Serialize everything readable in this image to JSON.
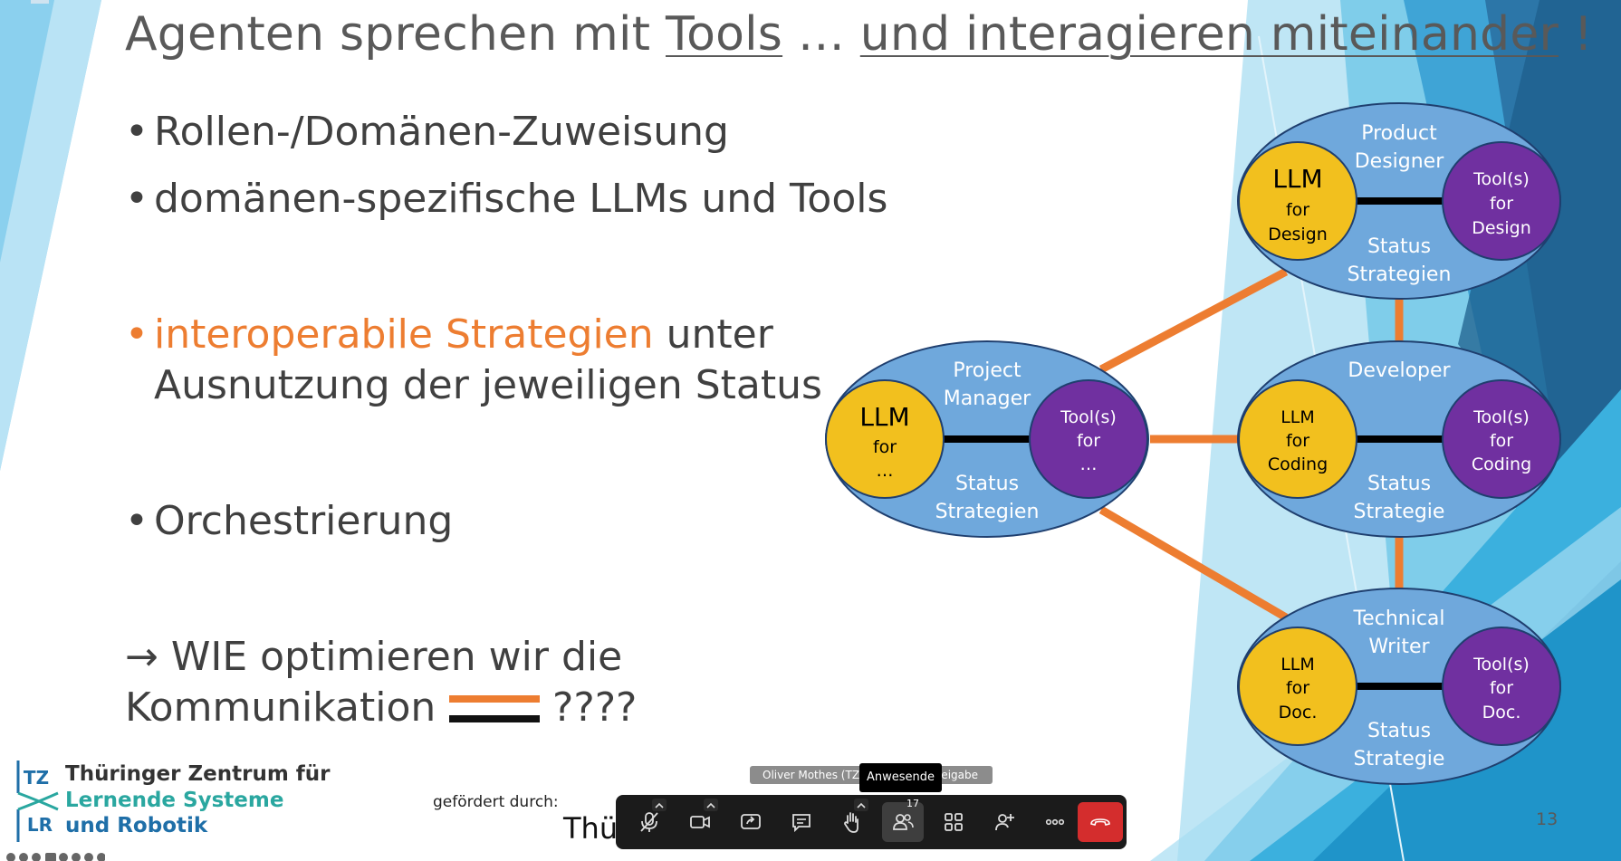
{
  "slide": {
    "title": {
      "part1": "Agenten sprechen mit ",
      "part2": "Tools",
      "part3": " … ",
      "part4": "und interagieren miteinander",
      "part5": " !"
    },
    "bullets": {
      "b1": "Rollen-/Domänen-Zuweisung",
      "b2": "domänen-spezifische LLMs und Tools",
      "b3_highlight": "interoperabile Strategien",
      "b3_rest": " unter",
      "b3_line2": "Ausnutzung der jeweiligen Status",
      "b4": "Orchestrierung",
      "bullet_char": "•"
    },
    "wie": {
      "arrow": "→",
      "line1": " WIE optimieren wir die",
      "line2": "Kommunikation",
      "suffix": "????"
    },
    "page_number": "13",
    "gefordert": "gefördert durch:",
    "thur": "Thür",
    "colors": {
      "title_gray": "#595959",
      "accent_orange": "#ED7D31",
      "node_blue": "#6FA8DC",
      "llm_yellow": "#F2C01E",
      "tool_purple": "#7030A0",
      "bg_teal": "#2E9BC9"
    }
  },
  "diagram": {
    "nodes": {
      "designer": {
        "role": [
          "Product",
          "Designer"
        ],
        "llm": [
          "LLM",
          "for",
          "Design"
        ],
        "tool": [
          "Tool(s)",
          "for",
          "Design"
        ],
        "status": [
          "Status",
          "Strategien"
        ]
      },
      "manager": {
        "role": [
          "Project",
          "Manager"
        ],
        "llm": [
          "LLM",
          "for",
          "…"
        ],
        "tool": [
          "Tool(s)",
          "for",
          "…"
        ],
        "status": [
          "Status",
          "Strategien"
        ]
      },
      "developer": {
        "role": [
          "Developer"
        ],
        "llm": [
          "LLM",
          "for",
          "Coding"
        ],
        "tool": [
          "Tool(s)",
          "for",
          "Coding"
        ],
        "status": [
          "Status",
          "Strategie"
        ]
      },
      "writer": {
        "role": [
          "Technical",
          "Writer"
        ],
        "llm": [
          "LLM",
          "for",
          "Doc."
        ],
        "tool": [
          "Tool(s)",
          "for",
          "Doc."
        ],
        "status": [
          "Status",
          "Strategie"
        ]
      }
    }
  },
  "logo": {
    "line1": "Thüringer Zentrum für",
    "line2": "Lernende Systeme",
    "line3": "und Robotik",
    "mark_top": "TZ",
    "mark_bottom": "LR",
    "color_dark": "#333333",
    "color_teal": "#2AA7A0",
    "color_blue": "#1F6FA8"
  },
  "meeting": {
    "presenter_tip_left": "Oliver Mothes (TZL",
    "presenter_tip_right": "afreigabe",
    "participants_tooltip": "Anwesende",
    "participants_count": "17",
    "toolbar_icons": [
      "mic-off-icon",
      "camera-icon",
      "share-screen-icon",
      "chat-icon",
      "raise-hand-icon",
      "participants-icon",
      "layout-grid-icon",
      "add-person-icon",
      "more-icon",
      "end-call-icon"
    ]
  }
}
